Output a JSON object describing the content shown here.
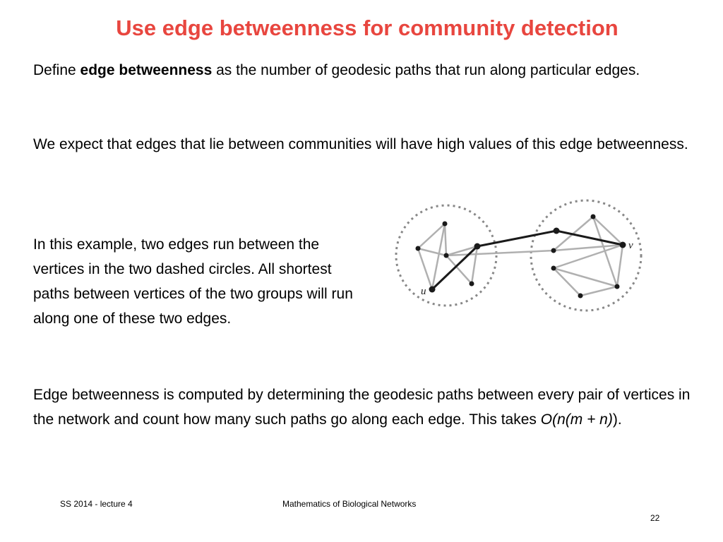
{
  "slide": {
    "title": "Use edge betweenness for community detection",
    "p1_pre": "Define ",
    "p1_bold": "edge betweenness",
    "p1_post": " as the number of geodesic paths that run along particular edges.",
    "p2": "We expect that edges that lie between communities will have high values of this edge betweenness.",
    "p3": "In this example, two edges run between the vertices in the two dashed circles. All shortest paths between vertices of the two groups will run along one of these two edges.",
    "p4_pre": "Edge betweenness is computed by determining the geodesic paths between every pair of vertices in the network and count how many such paths go along each edge. This takes ",
    "p4_formula": "O(n(m + n)",
    "p4_post": ").",
    "diagram": {
      "label_u": "u",
      "label_v": "v"
    }
  },
  "footer": {
    "left": "SS 2014 - lecture 4",
    "center": "Mathematics of Biological Networks",
    "page_number": "22"
  }
}
